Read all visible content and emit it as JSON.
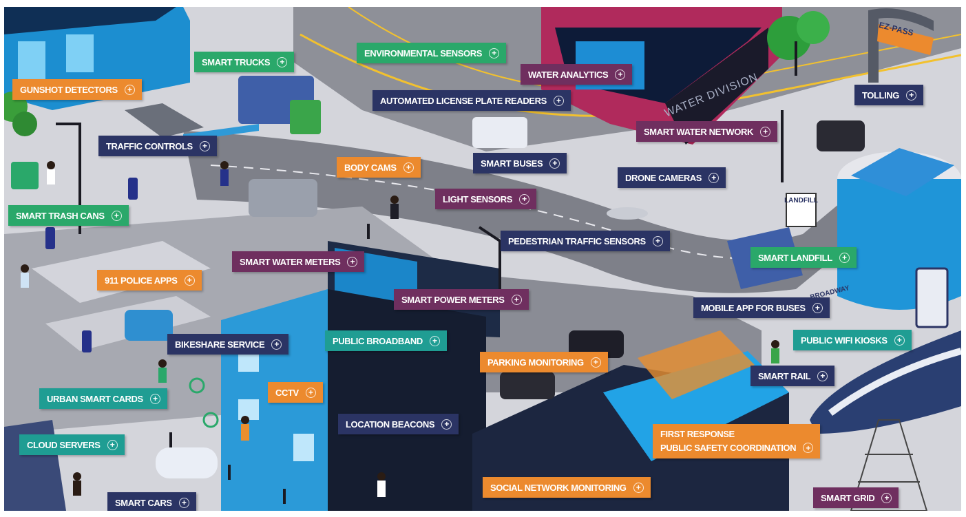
{
  "colors": {
    "orange": "#ec8a2e",
    "navy": "#2b3464",
    "green": "#2aa86a",
    "teal": "#1f9d93",
    "purple": "#6f2f5f"
  },
  "scene_signs": {
    "ez_pass": "EZ-PASS",
    "landfill": "LANDFILL",
    "water_division": "WATER DIVISION",
    "broadway": "BROADWAY"
  },
  "labels": [
    {
      "id": "gunshot-detectors",
      "text": "GUNSHOT DETECTORS",
      "color": "orange",
      "icon": "plus-circle-icon"
    },
    {
      "id": "smart-trucks",
      "text": "SMART TRUCKS",
      "color": "green",
      "icon": "plus-circle-icon"
    },
    {
      "id": "environmental-sensors",
      "text": "ENVIRONMENTAL SENSORS",
      "color": "green",
      "icon": "plus-circle-icon"
    },
    {
      "id": "water-analytics",
      "text": "WATER ANALYTICS",
      "color": "purple",
      "icon": "plus-circle-icon"
    },
    {
      "id": "automated-license-plate-readers",
      "text": "AUTOMATED LICENSE PLATE READERS",
      "color": "navy",
      "icon": "plus-circle-icon"
    },
    {
      "id": "tolling",
      "text": "TOLLING",
      "color": "navy",
      "icon": "plus-circle-icon"
    },
    {
      "id": "traffic-controls",
      "text": "TRAFFIC CONTROLS",
      "color": "navy",
      "icon": "plus-circle-icon"
    },
    {
      "id": "smart-water-network",
      "text": "SMART WATER NETWORK",
      "color": "purple",
      "icon": "plus-circle-icon"
    },
    {
      "id": "smart-buses",
      "text": "SMART BUSES",
      "color": "navy",
      "icon": "plus-circle-icon"
    },
    {
      "id": "body-cams",
      "text": "BODY CAMS",
      "color": "orange",
      "icon": "plus-circle-icon"
    },
    {
      "id": "drone-cameras",
      "text": "DRONE CAMERAS",
      "color": "navy",
      "icon": "plus-circle-icon"
    },
    {
      "id": "light-sensors",
      "text": "LIGHT SENSORS",
      "color": "purple",
      "icon": "plus-circle-icon"
    },
    {
      "id": "smart-trash-cans",
      "text": "SMART TRASH CANS",
      "color": "green",
      "icon": "plus-circle-icon"
    },
    {
      "id": "pedestrian-traffic-sensors",
      "text": "PEDESTRIAN TRAFFIC SENSORS",
      "color": "navy",
      "icon": "plus-circle-icon"
    },
    {
      "id": "smart-water-meters",
      "text": "SMART WATER METERS",
      "color": "purple",
      "icon": "plus-circle-icon"
    },
    {
      "id": "smart-landfill",
      "text": "SMART LANDFILL",
      "color": "green",
      "icon": "plus-circle-icon"
    },
    {
      "id": "911-police-apps",
      "text": "911 POLICE APPS",
      "color": "orange",
      "icon": "plus-circle-icon"
    },
    {
      "id": "smart-power-meters",
      "text": "SMART POWER METERS",
      "color": "purple",
      "icon": "plus-circle-icon"
    },
    {
      "id": "mobile-app-for-buses",
      "text": "MOBILE APP FOR BUSES",
      "color": "navy",
      "icon": "plus-circle-icon"
    },
    {
      "id": "bikeshare-service",
      "text": "BIKESHARE SERVICE",
      "color": "navy",
      "icon": "plus-circle-icon"
    },
    {
      "id": "public-broadband",
      "text": "PUBLIC BROADBAND",
      "color": "teal",
      "icon": "plus-circle-icon"
    },
    {
      "id": "public-wifi-kiosks",
      "text": "PUBLIC WIFI KIOSKS",
      "color": "teal",
      "icon": "plus-circle-icon"
    },
    {
      "id": "parking-monitoring",
      "text": "PARKING MONITORING",
      "color": "orange",
      "icon": "plus-circle-icon"
    },
    {
      "id": "smart-rail",
      "text": "SMART RAIL",
      "color": "navy",
      "icon": "plus-circle-icon"
    },
    {
      "id": "cctv",
      "text": "CCTV",
      "color": "orange",
      "icon": "plus-circle-icon"
    },
    {
      "id": "urban-smart-cards",
      "text": "URBAN SMART CARDS",
      "color": "teal",
      "icon": "plus-circle-icon"
    },
    {
      "id": "location-beacons",
      "text": "LOCATION BEACONS",
      "color": "navy",
      "icon": "plus-circle-icon"
    },
    {
      "id": "first-response",
      "text": "FIRST RESPONSE",
      "text2": "PUBLIC SAFETY COORDINATION",
      "color": "orange",
      "icon": "plus-circle-icon"
    },
    {
      "id": "cloud-servers",
      "text": "CLOUD SERVERS",
      "color": "teal",
      "icon": "plus-circle-icon"
    },
    {
      "id": "social-network-monitoring",
      "text": "SOCIAL NETWORK MONITORING",
      "color": "orange",
      "icon": "plus-circle-icon"
    },
    {
      "id": "smart-cars",
      "text": "SMART CARS",
      "color": "navy",
      "icon": "plus-circle-icon"
    },
    {
      "id": "smart-grid",
      "text": "SMART GRID",
      "color": "purple",
      "icon": "plus-circle-icon"
    }
  ]
}
